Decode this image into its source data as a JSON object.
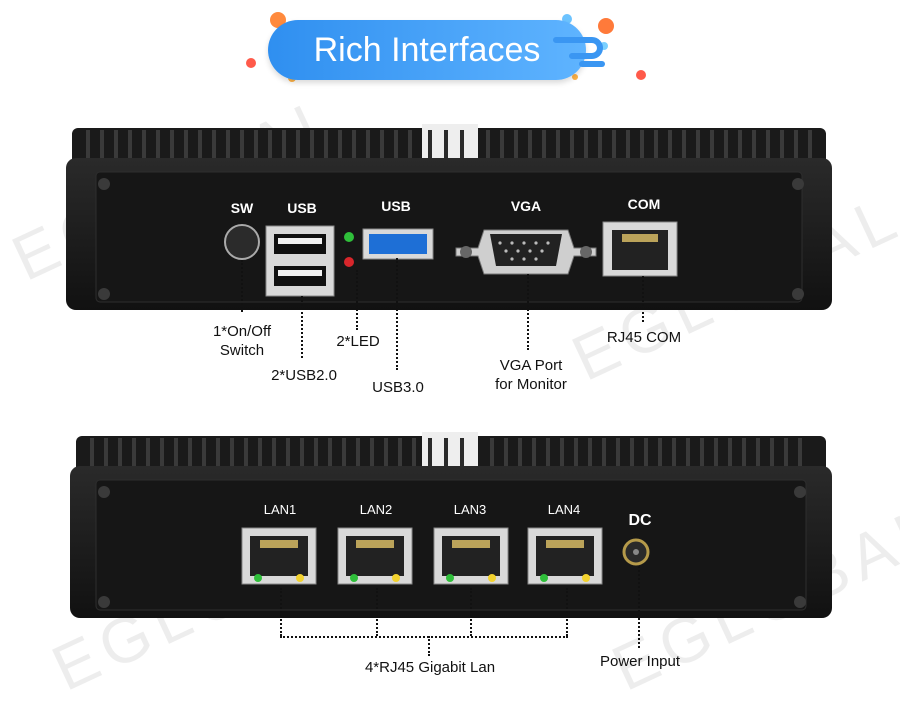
{
  "banner": {
    "title": "Rich Interfaces"
  },
  "watermark": "EGLOBAL",
  "front_panel": {
    "port_labels": {
      "sw": "SW",
      "usb2": "USB",
      "usb3": "USB",
      "vga": "VGA",
      "com": "COM"
    },
    "callouts": {
      "switch": "1*On/Off\nSwitch",
      "led": "2*LED",
      "usb2": "2*USB2.0",
      "usb3": "USB3.0",
      "vga": "VGA Port\nfor Monitor",
      "com": "RJ45 COM"
    }
  },
  "rear_panel": {
    "lan_labels": [
      "LAN1",
      "LAN2",
      "LAN3",
      "LAN4"
    ],
    "dc_label": "DC",
    "callouts": {
      "lan": "4*RJ45 Gigabit Lan",
      "power": "Power Input"
    }
  },
  "colors": {
    "banner": "#3a96f2",
    "chassis": "#1c1c1c",
    "usb3_blue": "#1e6fd6",
    "led_green": "#2fbf3a",
    "led_red": "#d8262b",
    "led_yellow": "#f2d22e"
  }
}
